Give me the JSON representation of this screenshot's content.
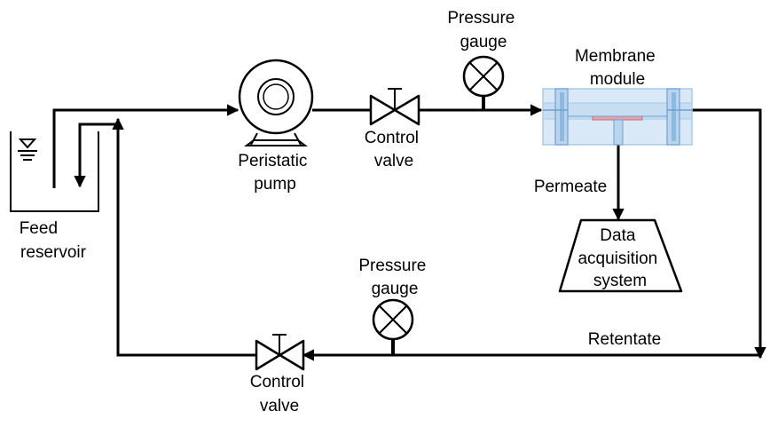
{
  "labels": {
    "feed_reservoir": [
      "Feed",
      "reservoir"
    ],
    "peristatic_pump": [
      "Peristatic",
      "pump"
    ],
    "control_valve_top": [
      "Control",
      "valve"
    ],
    "pressure_gauge_top": [
      "Pressure",
      "gauge"
    ],
    "membrane_module": [
      "Membrane",
      "module"
    ],
    "permeate": "Permeate",
    "data_acquisition": [
      "Data",
      "acquisition",
      "system"
    ],
    "pressure_gauge_bottom": [
      "Pressure",
      "gauge"
    ],
    "retentate": "Retentate",
    "control_valve_bottom": [
      "Control",
      "valve"
    ]
  },
  "colors": {
    "line": "#000000",
    "membrane_body": "#d9e9f7",
    "membrane_edge": "#a9cbe8",
    "membrane_strip": "#e8a0a8"
  }
}
